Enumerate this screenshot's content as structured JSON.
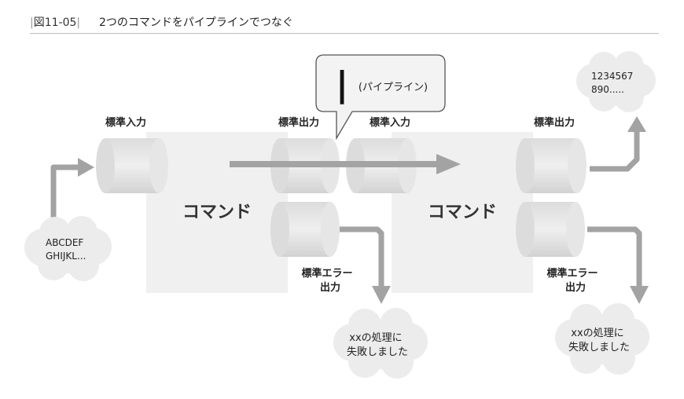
{
  "figure": {
    "number": "図11-05",
    "title": "2つのコマンドをパイプラインでつなぐ"
  },
  "pipe_callout": {
    "symbol": "|",
    "label": "(パイプライン)"
  },
  "commands": [
    {
      "label": "コマンド",
      "stdin_label": "標準入力",
      "stdout_label": "標準出力",
      "stderr_label_line1": "標準エラー",
      "stderr_label_line2": "出力"
    },
    {
      "label": "コマンド",
      "stdin_label": "標準入力",
      "stdout_label": "標準出力",
      "stderr_label_line1": "標準エラー",
      "stderr_label_line2": "出力"
    }
  ],
  "clouds": {
    "input_line1": "ABCDEF",
    "input_line2": "GHIJKL...",
    "output_line1": "1234567",
    "output_line2": "890.....",
    "error1_line1": "xxの処理に",
    "error1_line2": "失敗しました",
    "error2_line1": "xxの処理に",
    "error2_line2": "失敗しました"
  },
  "colors": {
    "box": "#f0f0f0",
    "cylinder": "#e4e4e4",
    "arrow": "#a3a3a3",
    "cloud": "#ececec"
  }
}
